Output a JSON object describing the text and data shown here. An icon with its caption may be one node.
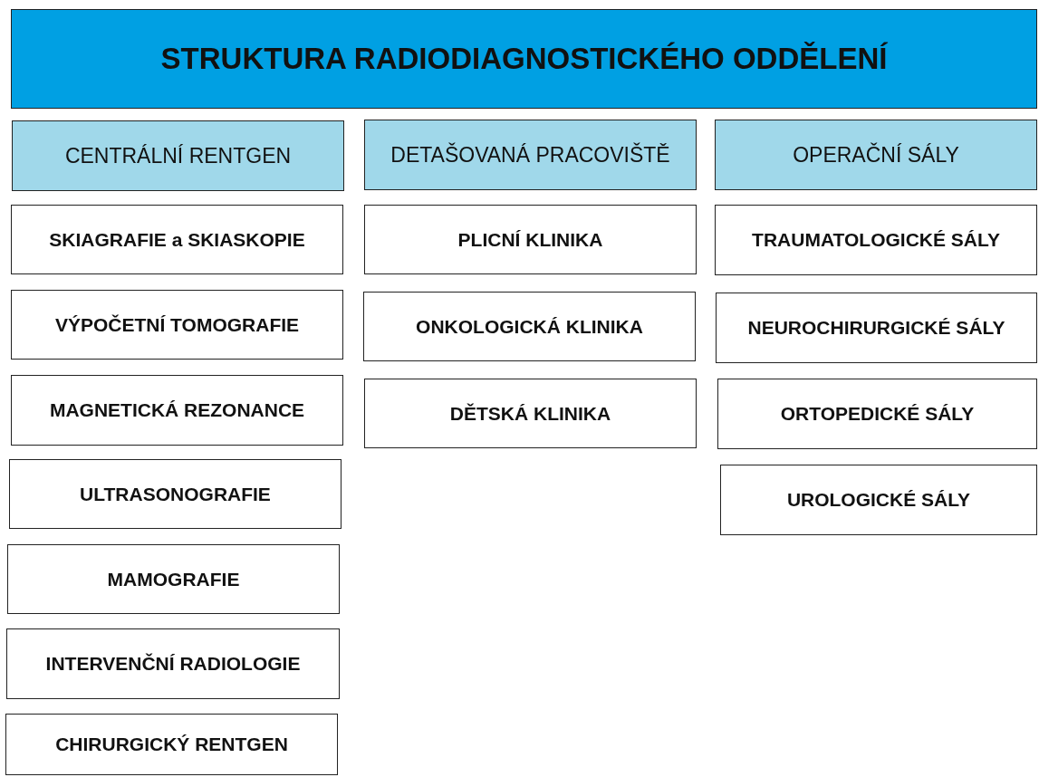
{
  "diagram": {
    "nodes": [
      {
        "text": [
          "STRUKTURA RADIODIAGNOSTICKÉHO ODDĚLENÍ"
        ]
      },
      {
        "text": [
          "CENTRÁLNÍ RENTGEN"
        ]
      },
      {
        "text": [
          "SKIAGRAFIE a SKIASKOPIE"
        ]
      },
      {
        "text": [
          "VÝPOČETNÍ TOMOGRAFIE"
        ]
      },
      {
        "text": [
          "MAGNETICKÁ REZONANCE"
        ]
      },
      {
        "text": [
          "ULTRASONOGRAFIE"
        ]
      },
      {
        "text": [
          "MAMOGRAFIE"
        ]
      },
      {
        "text": [
          "INTERVENČNÍ RADIOLOGIE"
        ]
      },
      {
        "text": [
          "CHIRURGICKÝ RENTGEN"
        ]
      },
      {
        "text": [
          "DETAŠOVANÁ PRACOVIŠTĚ"
        ]
      },
      {
        "text": [
          "PLICNÍ KLINIKA"
        ]
      },
      {
        "text": [
          "ONKOLOGICKÁ KLINIKA"
        ]
      },
      {
        "text": [
          "DĚTSKÁ KLINIKA"
        ]
      },
      {
        "text": [
          "OPERAČNÍ SÁLY"
        ]
      },
      {
        "text": [
          "TRAUMATOLOGICKÉ SÁLY"
        ]
      },
      {
        "text": [
          "NEUROCHIRURGICKÉ SÁLY"
        ]
      },
      {
        "text": [
          "ORTOPEDICKÉ SÁLY"
        ]
      },
      {
        "text": [
          "UROLOGICKÉ SÁLY"
        ]
      }
    ]
  }
}
